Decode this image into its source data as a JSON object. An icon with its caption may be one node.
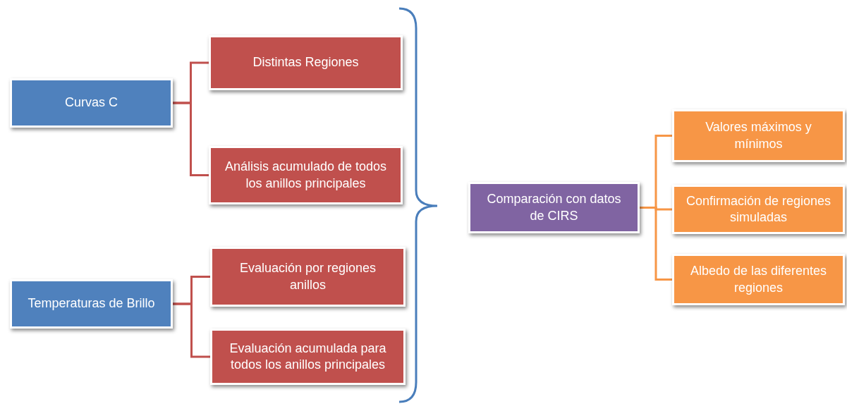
{
  "diagram": {
    "nodes": [
      {
        "text": [
          "Curvas C"
        ]
      },
      {
        "text": [
          "Distintas Regiones"
        ]
      },
      {
        "text": [
          "Análisis acumulado de todos los anillos principales"
        ]
      },
      {
        "text": [
          "Temperaturas de Brillo"
        ]
      },
      {
        "text": [
          "Evaluación por regiones anillos"
        ]
      },
      {
        "text": [
          "Evaluación acumulada para todos los anillos principales"
        ]
      },
      {
        "text": [
          "Comparación con datos de CIRS"
        ]
      },
      {
        "text": [
          "Valores máximos y mínimos"
        ]
      },
      {
        "text": [
          "Confirmación de regiones simuladas"
        ]
      },
      {
        "text": [
          "Albedo de las diferentes regiones"
        ]
      }
    ],
    "edges": [
      {
        "from": 0,
        "to": 1,
        "arrow": "none"
      },
      {
        "from": 0,
        "to": 2,
        "arrow": "none"
      },
      {
        "from": 3,
        "to": 4,
        "arrow": "none"
      },
      {
        "from": 3,
        "to": 5,
        "arrow": "none"
      },
      {
        "from": 6,
        "to": 7,
        "arrow": "none",
        "color": "#f79646"
      },
      {
        "from": 6,
        "to": 8,
        "arrow": "none",
        "color": "#f79646"
      },
      {
        "from": 6,
        "to": 9,
        "arrow": "none",
        "color": "#f79646"
      }
    ]
  }
}
